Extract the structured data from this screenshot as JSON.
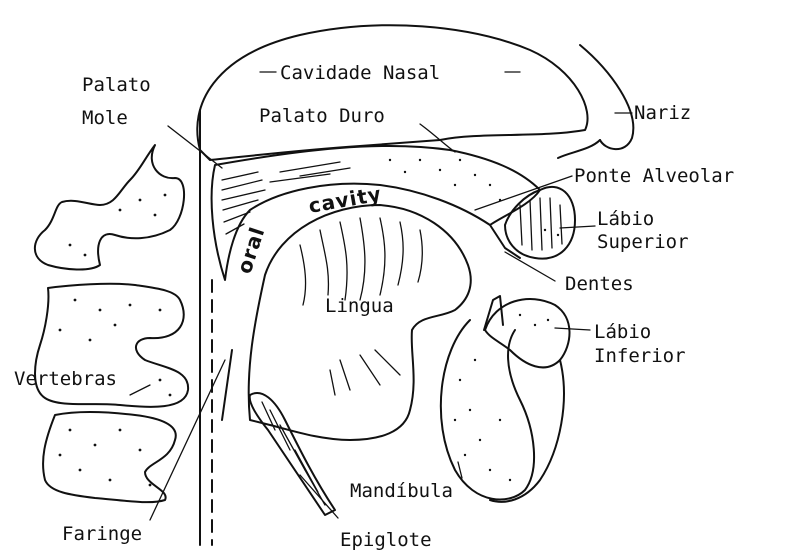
{
  "labels": {
    "cavidade_nasal": "Cavidade Nasal",
    "palato_mole_1": "Palato",
    "palato_mole_2": "Mole",
    "palato_duro": "Palato Duro",
    "nariz": "Nariz",
    "ponte_alveolar": "Ponte Alveolar",
    "labio_superior_1": "Lábio",
    "labio_superior_2": "Superior",
    "dentes": "Dentes",
    "lingua": "Lingua",
    "labio_inferior_1": "Lábio",
    "labio_inferior_2": "Inferior",
    "vertebras": "Vertebras",
    "mandibula": "Mandíbula",
    "faringe": "Faringe",
    "epiglote": "Epiglote",
    "oral": "oral",
    "cavity": "cavity"
  },
  "colors": {
    "ink": "#111111",
    "background": "#ffffff"
  }
}
